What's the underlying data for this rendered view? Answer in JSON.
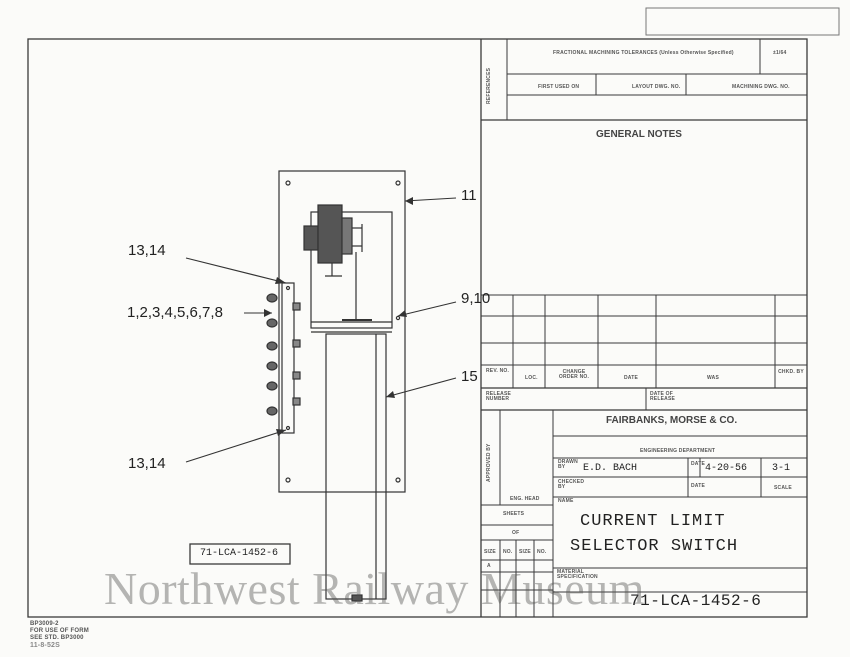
{
  "drawing": {
    "callouts": {
      "c11": "11",
      "c1314_top": "13,14",
      "c1to8": "1,2,3,4,5,6,7,8",
      "c910": "9,10",
      "c15": "15",
      "c1314_bottom": "13,14"
    },
    "dwg_label": "71-LCA-1452-6"
  },
  "references": {
    "side_label": "REFERENCES",
    "tolerance": "FRACTIONAL MACHINING TOLERANCES (Unless Otherwise Specified)",
    "tolerance_value": "±1/64",
    "first_used_on": "FIRST USED ON",
    "layout_dwg": "LAYOUT DWG. NO.",
    "machining_dwg": "MACHINING DWG. NO."
  },
  "notes": {
    "title": "GENERAL NOTES"
  },
  "revisions": {
    "rev_no": "REV. NO.",
    "loc": "LOC.",
    "change_order": "CHANGE ORDER NO.",
    "date": "DATE",
    "was": "WAS",
    "chkd_by": "CHKD. BY",
    "release_number": "RELEASE NUMBER",
    "date_of_release": "DATE OF RELEASE"
  },
  "title_block": {
    "approved_by": "APPROVED BY",
    "company": "FAIRBANKS, MORSE & CO.",
    "department": "ENGINEERING DEPARTMENT",
    "drawn_by_label": "DRAWN BY",
    "drawn_by": "E.D. BACH",
    "date_label": "DATE",
    "date": "4-20-56",
    "scale": "3-1",
    "checked_by_label": "CHECKED BY",
    "date2_label": "DATE",
    "scale_label": "SCALE",
    "eng_head": "ENG. HEAD",
    "name_label": "NAME",
    "title_line1": "CURRENT LIMIT",
    "title_line2": "SELECTOR SWITCH",
    "sheets": "SHEETS",
    "of": "OF",
    "size": "SIZE",
    "no": "NO.",
    "size_a": "A",
    "material_spec": "MATERIAL SPECIFICATION",
    "dwg_number": "71-LCA-1452-6"
  },
  "corner_note": {
    "line1": "BP3009-2",
    "line2": "FOR USE OF FORM",
    "line3": "SEE STD. BP3000",
    "line4": "11-8-52S"
  },
  "watermark": "Northwest Railway Museum"
}
